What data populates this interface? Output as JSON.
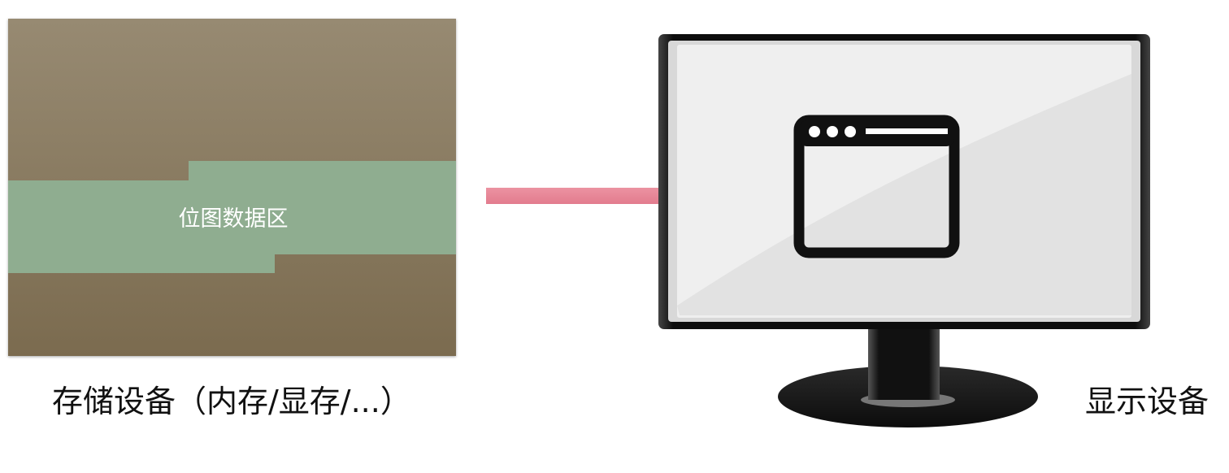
{
  "storage": {
    "region_label": "位图数据区",
    "caption": "存储设备（内存/显存/...）"
  },
  "display": {
    "caption": "显示设备",
    "screen_icon": "browser-window-icon"
  },
  "connector": {
    "icon": "arrow-right-icon"
  },
  "colors": {
    "storage_top": "#978a72",
    "storage_bottom": "#7b6b4f",
    "bitmap_region": "#8fad90",
    "arrow": "#e27a8c",
    "monitor_bezel": "#111111",
    "screen": "#ececec"
  }
}
